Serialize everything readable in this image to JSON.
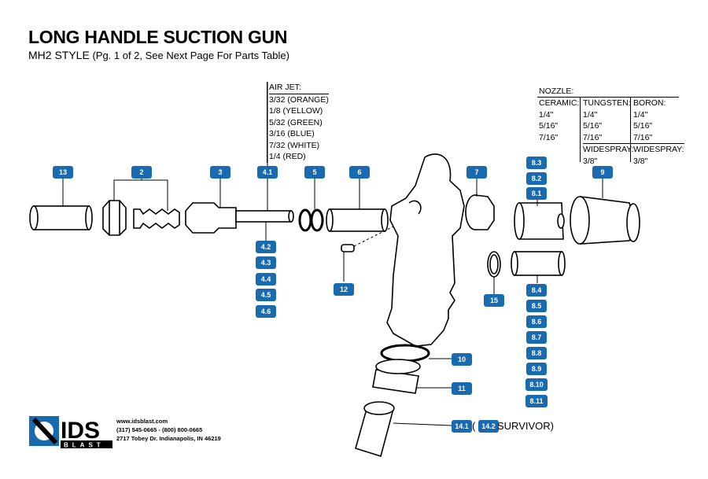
{
  "title": "LONG HANDLE SUCTION GUN",
  "subtitle_style": "MH2 STYLE",
  "subtitle_note": "(Pg. 1 of 2, See Next Page For Parts Table)",
  "air_jet": {
    "header": "AIR JET:",
    "sizes": [
      "3/32 (ORANGE)",
      "1/8 (YELLOW)",
      "5/32 (GREEN)",
      "3/16 (BLUE)",
      "7/32 (WHITE)",
      "1/4 (RED)"
    ]
  },
  "nozzle": {
    "header": "NOZZLE:",
    "ceramic": {
      "header": "CERAMIC:",
      "sizes": [
        "1/4\"",
        "5/16\"",
        "7/16\""
      ]
    },
    "tungsten": {
      "header": "TUNGSTEN:",
      "sizes": [
        "1/4\"",
        "5/16\"",
        "7/16\""
      ],
      "widespray_header": "WIDESPRAY:",
      "widespray": "3/8\""
    },
    "boron": {
      "header": "BORON:",
      "sizes": [
        "1/4\"",
        "5/16\"",
        "7/16\""
      ],
      "widespray_header": "WIDESPRAY:",
      "widespray": "3/8\""
    }
  },
  "callouts": {
    "c13": "13",
    "c2": "2",
    "c3": "3",
    "c41": "4.1",
    "c5": "5",
    "c6": "6",
    "c7": "7",
    "c83": "8.3",
    "c82": "8.2",
    "c81": "8.1",
    "c9": "9",
    "c42": "4.2",
    "c43": "4.3",
    "c44": "4.4",
    "c45": "4.5",
    "c46": "4.6",
    "c12": "12",
    "c15": "15",
    "c84": "8.4",
    "c85": "8.5",
    "c86": "8.6",
    "c87": "8.7",
    "c88": "8.8",
    "c89": "8.9",
    "c810": "8.10",
    "c811": "8.11",
    "c10": "10",
    "c11": "11",
    "c141": "14.1",
    "c142": "14.2"
  },
  "survivor_label": "SURVIVOR)",
  "paren_open": "(",
  "logo": {
    "name": "IDS",
    "sub": "BLAST"
  },
  "contact": {
    "web": "www.idsblast.com",
    "phone": "(317) 545-0665 - (800) 800-0665",
    "address": "2717 Tobey Dr. Indianapolis, IN 46219"
  }
}
